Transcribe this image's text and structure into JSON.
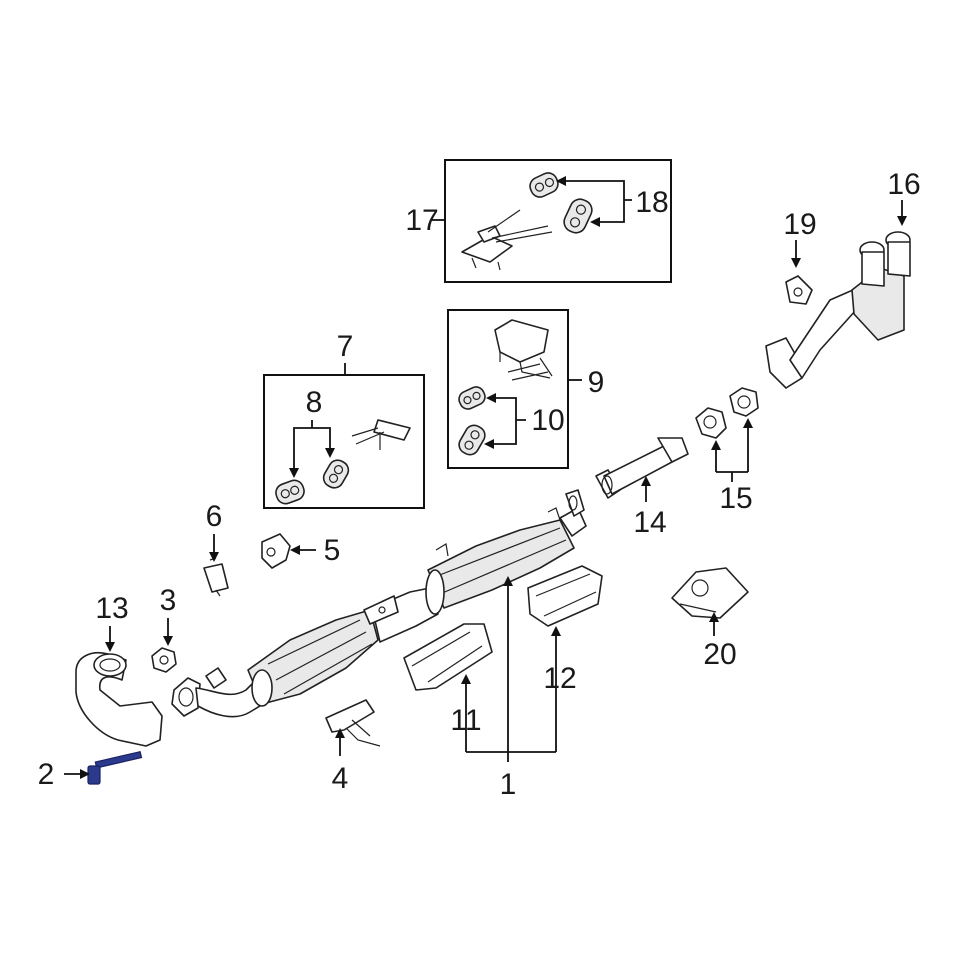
{
  "callouts": {
    "c1": "1",
    "c2": "2",
    "c3": "3",
    "c4": "4",
    "c5": "5",
    "c6": "6",
    "c7": "7",
    "c8": "8",
    "c9": "9",
    "c10": "10",
    "c11": "11",
    "c12": "12",
    "c13": "13",
    "c14": "14",
    "c15": "15",
    "c16": "16",
    "c17": "17",
    "c18": "18",
    "c19": "19",
    "c20": "20"
  },
  "colors": {
    "line": "#222222",
    "highlight_bolt": "#2b3a8c",
    "background": "#ffffff"
  }
}
